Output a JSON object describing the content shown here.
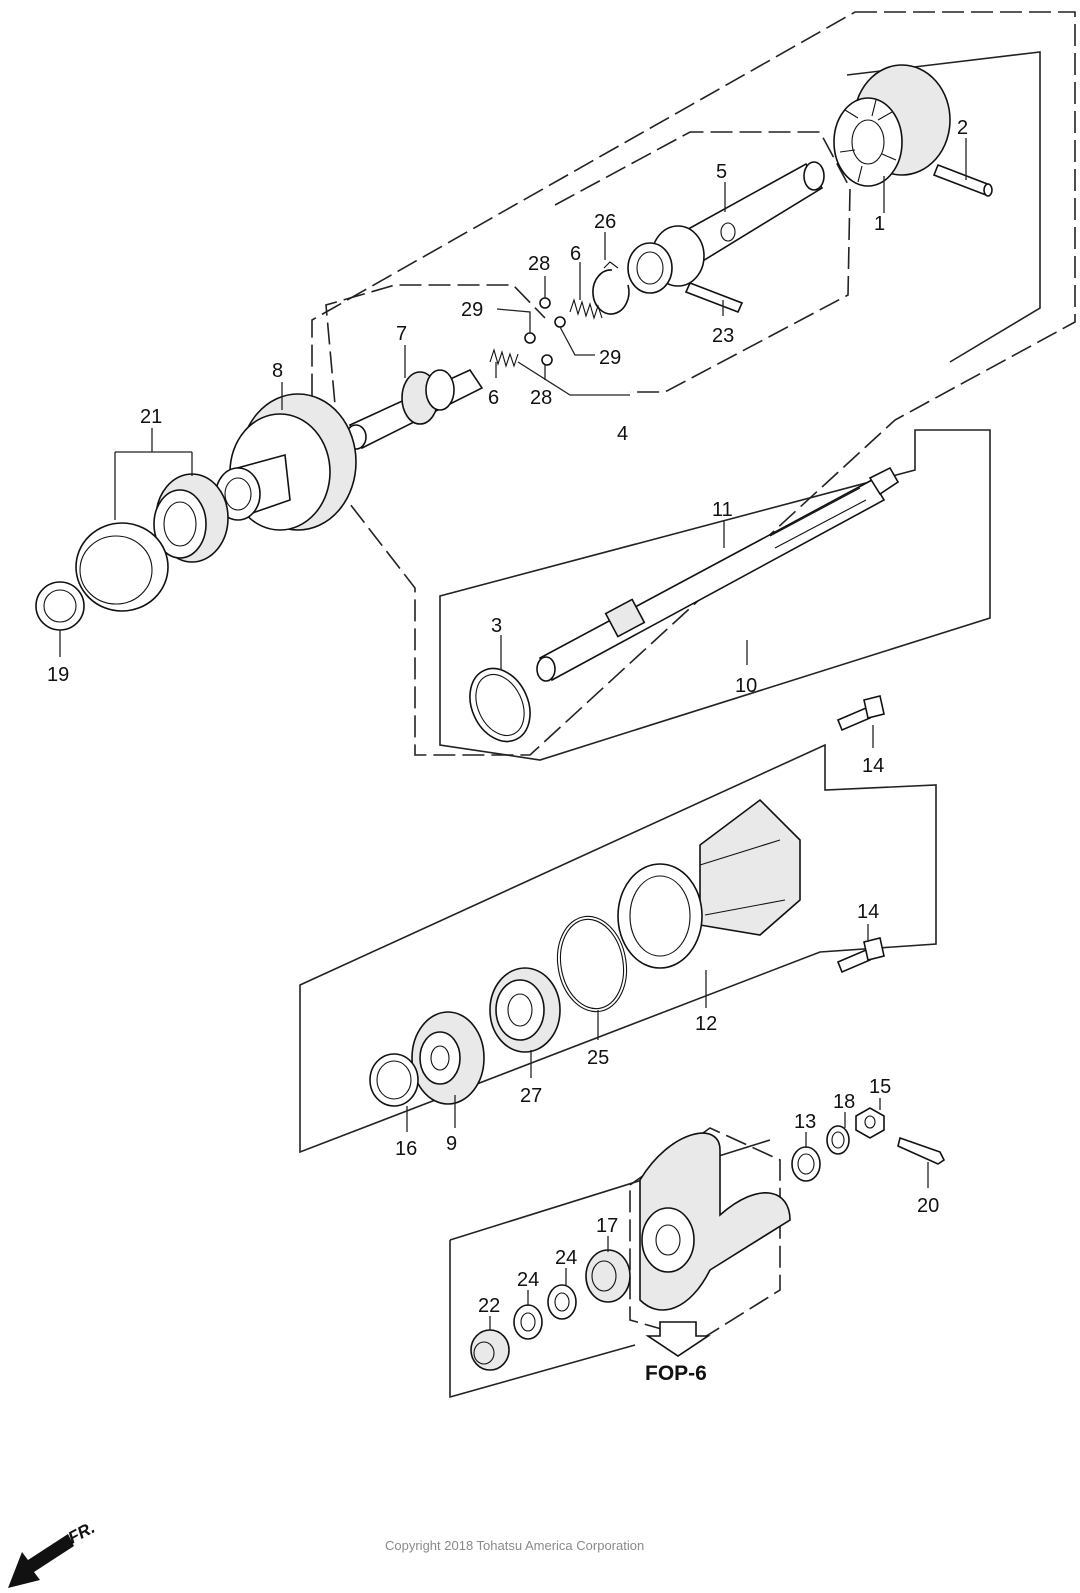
{
  "callouts": [
    {
      "id": "c1",
      "text": "1"
    },
    {
      "id": "c2",
      "text": "2"
    },
    {
      "id": "c3",
      "text": "3"
    },
    {
      "id": "c4",
      "text": "4"
    },
    {
      "id": "c5",
      "text": "5"
    },
    {
      "id": "c6a",
      "text": "6"
    },
    {
      "id": "c6b",
      "text": "6"
    },
    {
      "id": "c7",
      "text": "7"
    },
    {
      "id": "c8",
      "text": "8"
    },
    {
      "id": "c9",
      "text": "9"
    },
    {
      "id": "c10",
      "text": "10"
    },
    {
      "id": "c11",
      "text": "11"
    },
    {
      "id": "c12",
      "text": "12"
    },
    {
      "id": "c13",
      "text": "13"
    },
    {
      "id": "c14a",
      "text": "14"
    },
    {
      "id": "c14b",
      "text": "14"
    },
    {
      "id": "c15",
      "text": "15"
    },
    {
      "id": "c16",
      "text": "16"
    },
    {
      "id": "c17",
      "text": "17"
    },
    {
      "id": "c18",
      "text": "18"
    },
    {
      "id": "c19",
      "text": "19"
    },
    {
      "id": "c20",
      "text": "20"
    },
    {
      "id": "c21",
      "text": "21"
    },
    {
      "id": "c22",
      "text": "22"
    },
    {
      "id": "c23",
      "text": "23"
    },
    {
      "id": "c24a",
      "text": "24"
    },
    {
      "id": "c24b",
      "text": "24"
    },
    {
      "id": "c25",
      "text": "25"
    },
    {
      "id": "c26",
      "text": "26"
    },
    {
      "id": "c27",
      "text": "27"
    },
    {
      "id": "c28a",
      "text": "28"
    },
    {
      "id": "c28b",
      "text": "28"
    },
    {
      "id": "c29a",
      "text": "29"
    },
    {
      "id": "c29b",
      "text": "29"
    }
  ],
  "reference": {
    "label": "FOP-6"
  },
  "direction": {
    "label": "FR."
  },
  "copyright": "Copyright 2018 Tohatsu America Corporation"
}
